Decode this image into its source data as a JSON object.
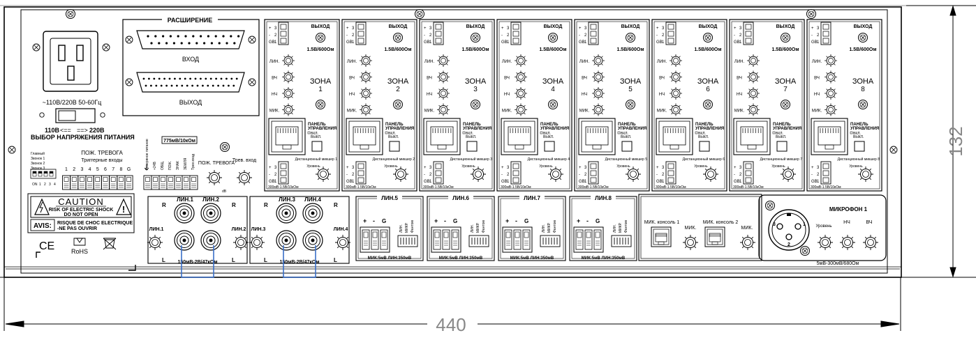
{
  "dimensions": {
    "width": "440",
    "height": "132"
  },
  "power": {
    "rating": "~110В/220В 50-60Гц",
    "switch_110": "110В",
    "switch_220": "220В",
    "voltage_select": "ВЫБОР НАПРЯЖЕНИЯ ПИТАНИЯ"
  },
  "expansion": {
    "title": "РАСШИРЕНИЕ",
    "in_label": "ВХОД",
    "out_label": "ВЫХОД"
  },
  "alarm": {
    "block_title": "ПОЖ. ТРЕВОГА",
    "trigger_inputs": "Триггерные входы",
    "trigger_numbers": [
      "1",
      "2",
      "3",
      "4",
      "5",
      "6",
      "7",
      "8",
      "G"
    ],
    "side_labels": [
      "Главный",
      "Звонок 1",
      "Звонок 2",
      "Звонок 3"
    ],
    "dip_numbers": [
      "1",
      "2",
      "3",
      "4"
    ],
    "dip_on": "ON",
    "level_label": "775мВ/10кОм",
    "term_labels": [
      "Резервное питание",
      "+24В",
      "ОБЩ.",
      "ПОЖ.",
      "ЗНАК",
      "ЗЕМЛЯ",
      "Трев.вход"
    ],
    "knob1": "ПОЖ. ТРЕВОГА",
    "knob2": "Трев. вход",
    "db": "dB"
  },
  "caution": {
    "title": "CAUTION",
    "line1": "RISK OF ELECTRIC SHOCK",
    "line2": "DO NOT OPEN",
    "avis": "AVIS:",
    "avis1": "RISQUE DE CHOC ELECTRIQUE",
    "avis2": "-NE PAS OUVRIR",
    "ce": "CE",
    "rohs": "RoHS"
  },
  "rca_groups": [
    {
      "l1": "ЛИН.1",
      "l2": "ЛИН.2",
      "k1": "ЛИН.1",
      "k2": "ЛИН.2",
      "spec": "150мВ-2В/47кОм",
      "r": "R",
      "l": "L"
    },
    {
      "l1": "ЛИН.3",
      "l2": "ЛИН.4",
      "k1": "ЛИН.3",
      "k2": "ЛИН.4",
      "spec": "150мВ-2В/47кОм",
      "r": "R",
      "l": "L"
    }
  ],
  "zones": [
    {
      "name": "ЗОНА",
      "num": "1",
      "remote": "Дистанционный микшер 1"
    },
    {
      "name": "ЗОНА",
      "num": "2",
      "remote": "Дистанционный микшер 2"
    },
    {
      "name": "ЗОНА",
      "num": "3",
      "remote": "Дистанционный микшер 3"
    },
    {
      "name": "ЗОНА",
      "num": "4",
      "remote": "Дистанционный микшер 4"
    },
    {
      "name": "ЗОНА",
      "num": "5",
      "remote": "Дистанционный микшер 5"
    },
    {
      "name": "ЗОНА",
      "num": "6",
      "remote": "Дистанционный микшер 6"
    },
    {
      "name": "ЗОНА",
      "num": "7",
      "remote": "Дистанционный микшер 7"
    },
    {
      "name": "ЗОНА",
      "num": "8",
      "remote": "Дистанционный микшер 8"
    }
  ],
  "zone_common": {
    "out": "ВЫХОД",
    "out_spec": "1.5В/600Ом",
    "lin": "ЛИН.",
    "hf": "ВЧ",
    "lf": "НЧ",
    "mic": "МИК.",
    "panel1": "ПАНЕЛЬ",
    "panel2": "УПРАВЛЕНИЯ",
    "vkl": "ВКЛ.",
    "vykl": "ВЫКЛ.",
    "level": "Уровень",
    "in_spec": "300мВ-1.5В/10кОм",
    "pins": [
      "3",
      "2",
      "1"
    ],
    "pin_labels": [
      "+",
      "-",
      "GB"
    ]
  },
  "line_inputs": [
    {
      "title": "ЛИН.5"
    },
    {
      "title": "ЛИН.6"
    },
    {
      "title": "ЛИН.7"
    },
    {
      "title": "ЛИН.8"
    }
  ],
  "line_common": {
    "plus": "+",
    "minus": "-",
    "g": "G",
    "sw": [
      "ЛИН.",
      "МИКР.",
      "Фантом"
    ],
    "spec": "МИК:5мВ ЛИН:350мВ"
  },
  "mic_console": {
    "c1": "МИК. консоль 1",
    "c2": "МИК. консоль 2",
    "mic": "МИК."
  },
  "mic1": {
    "title": "МИКРОФОН 1",
    "level": "Уровень",
    "lf": "НЧ",
    "hf": "ВЧ",
    "spec": "5мВ-300мВ/680Ом",
    "pins": [
      "1",
      "2",
      "3"
    ]
  }
}
